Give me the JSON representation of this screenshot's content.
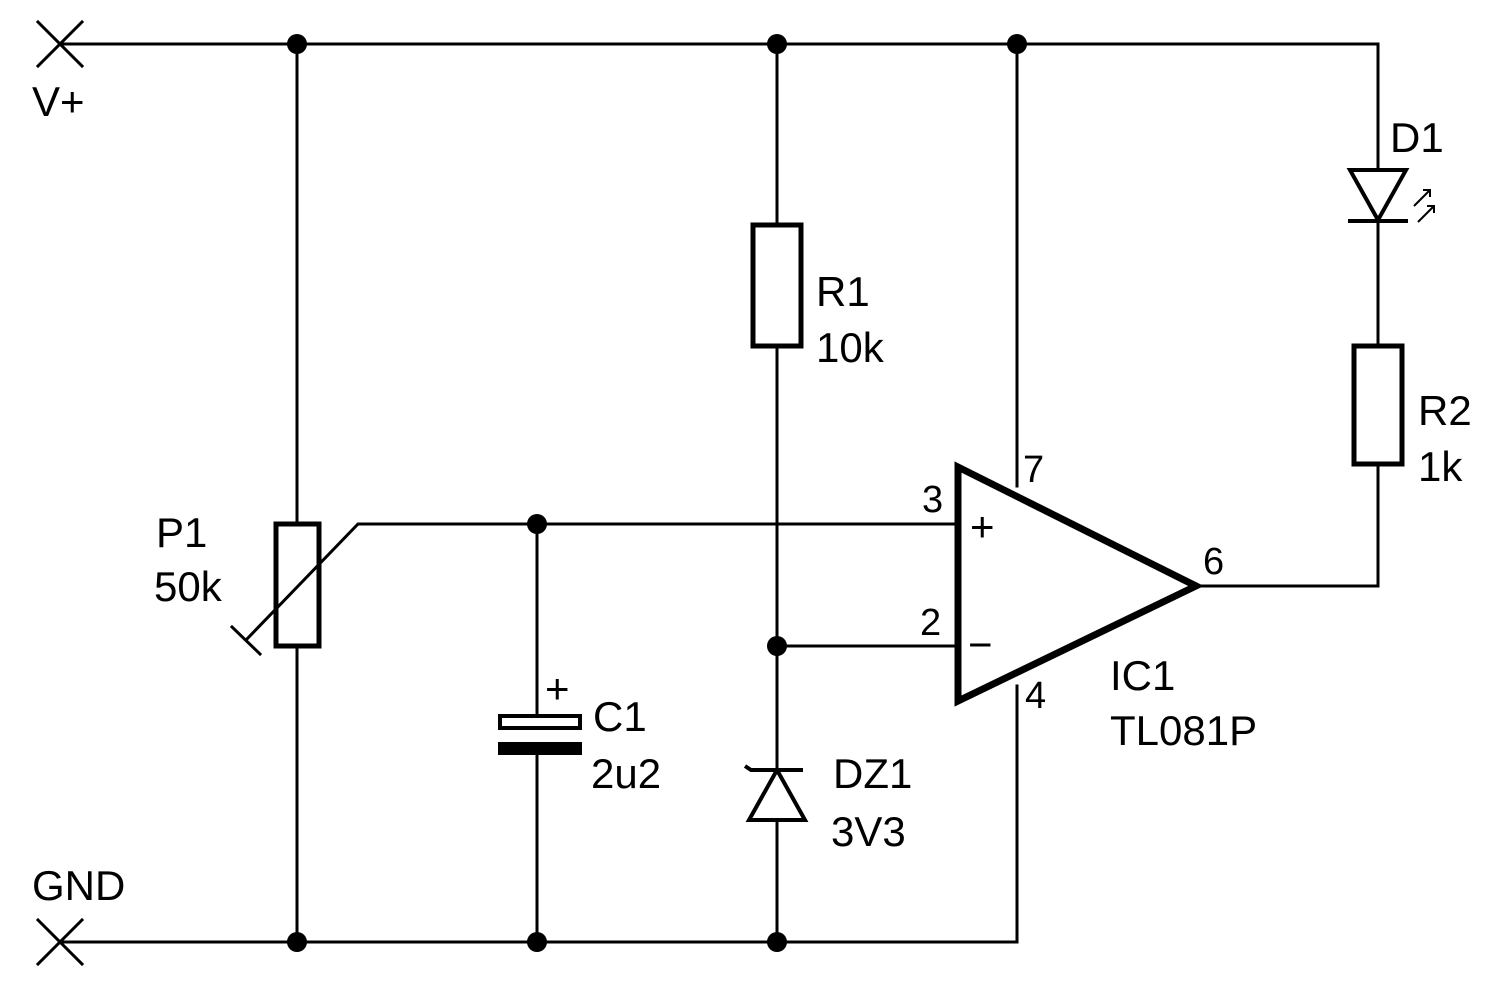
{
  "terminals": {
    "vplus": "V+",
    "gnd": "GND"
  },
  "components": {
    "p1": {
      "ref": "P1",
      "value": "50k"
    },
    "c1": {
      "ref": "C1",
      "value": "2u2",
      "polarity": "+"
    },
    "r1": {
      "ref": "R1",
      "value": "10k"
    },
    "dz1": {
      "ref": "DZ1",
      "value": "3V3"
    },
    "ic1": {
      "ref": "IC1",
      "value": "TL081P",
      "noninv_sign": "+",
      "inv_sign": "−"
    },
    "d1": {
      "ref": "D1"
    },
    "r2": {
      "ref": "R2",
      "value": "1k"
    }
  },
  "pins": {
    "p3": "3",
    "p2": "2",
    "p7": "7",
    "p4": "4",
    "p6": "6"
  }
}
